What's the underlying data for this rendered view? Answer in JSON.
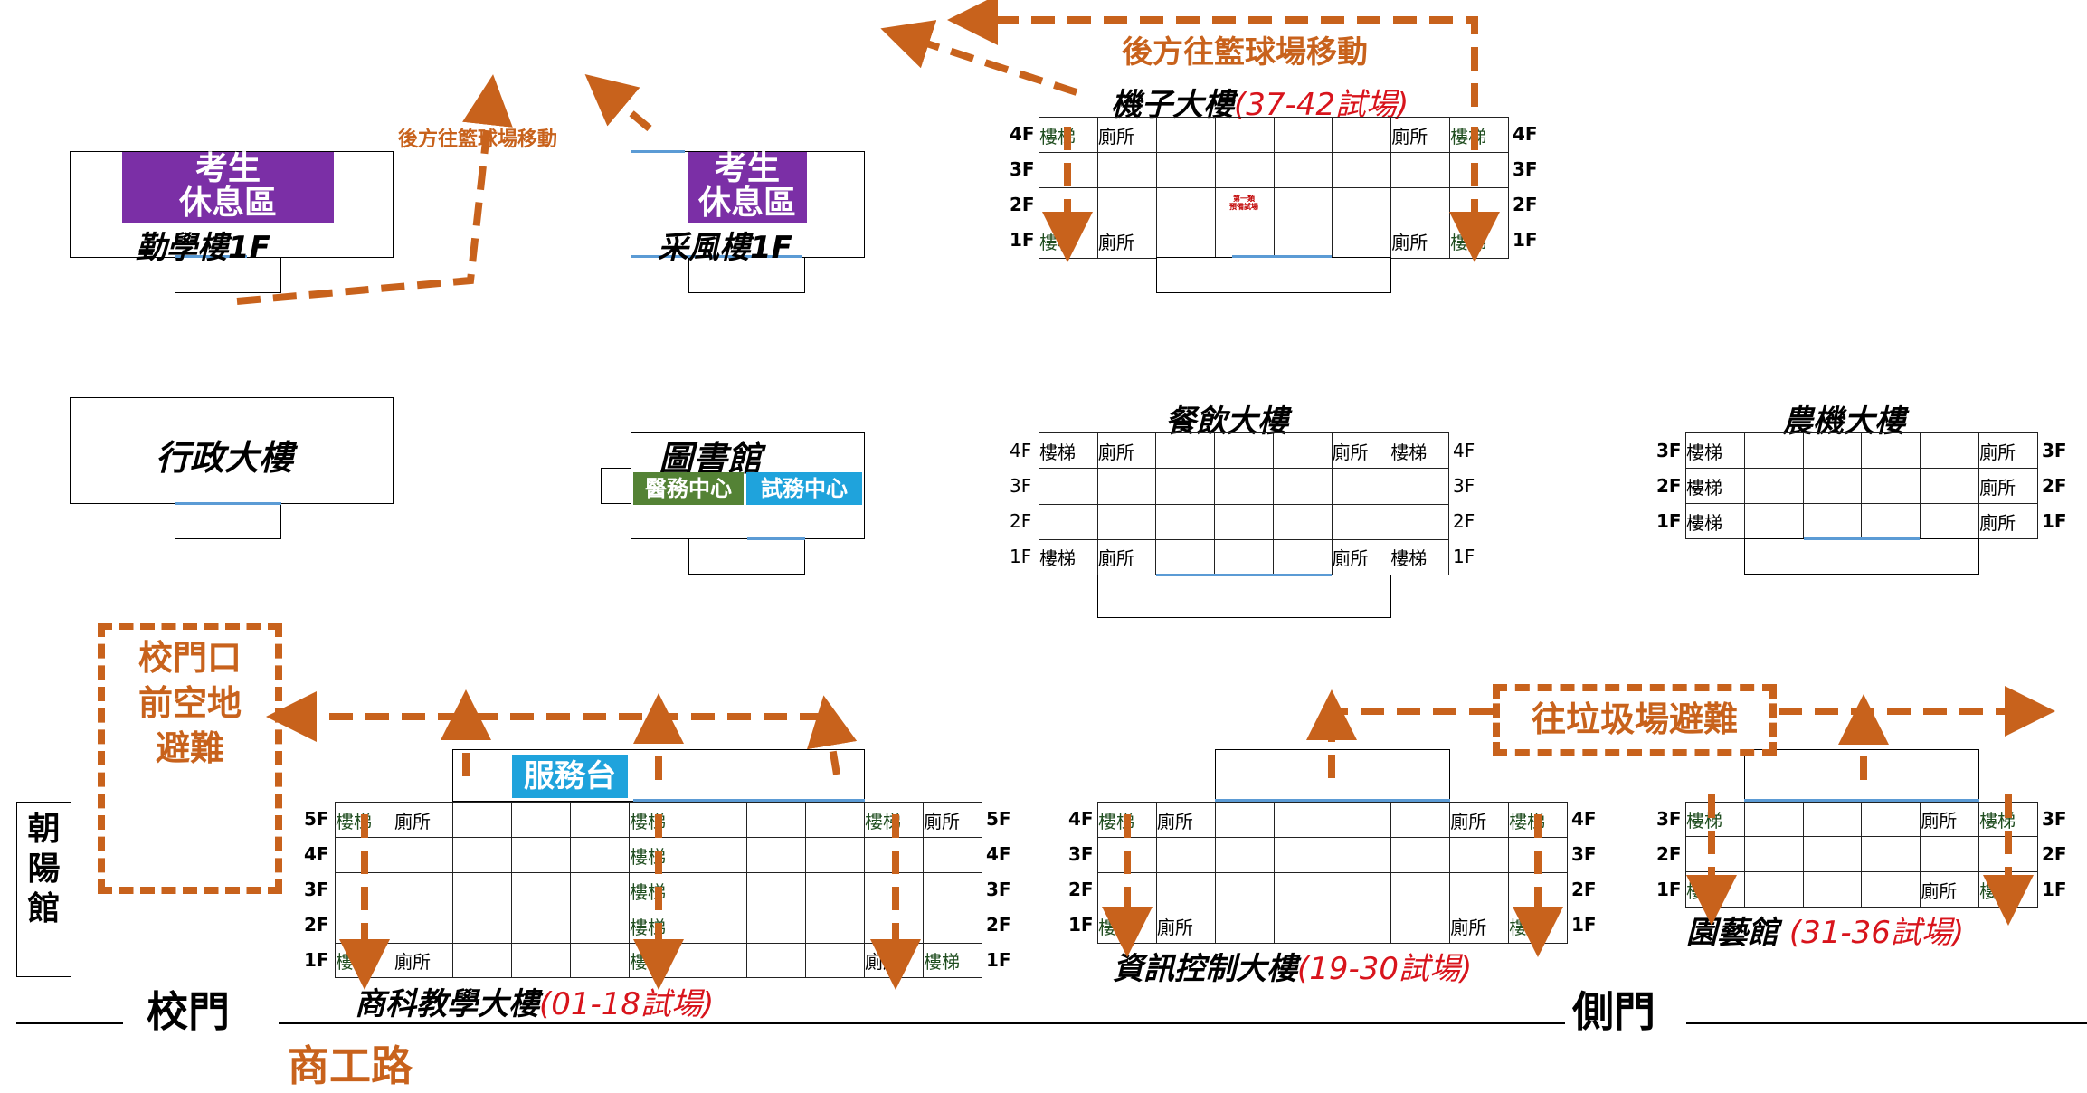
{
  "evac_labels": {
    "to_court_top": "後方往籃球場移動",
    "to_court_left": "後方往籃球場移動",
    "to_garbage": "往垃圾場避難",
    "front_gate_lines": [
      "校門口",
      "前空地",
      "避難"
    ]
  },
  "rest_area_label": [
    "考生",
    "休息區"
  ],
  "buildings": {
    "qinxue": {
      "name": "勤學樓1F"
    },
    "caifeng": {
      "name": "采風樓1F"
    },
    "admin": {
      "name": "行政大樓"
    },
    "library": {
      "name": "圖書館",
      "medical": "醫務中心",
      "exam_center": "試務中心"
    },
    "jizi": {
      "name": "機子大樓",
      "range": "(37-42試場)",
      "prep_room": [
        "第一類",
        "預備試場"
      ]
    },
    "canyin": {
      "name": "餐飲大樓"
    },
    "nongji": {
      "name": "農機大樓"
    },
    "shangke": {
      "name": "商科教學大樓",
      "range": "(01-18試場)",
      "service_desk": "服務台"
    },
    "zixun": {
      "name": "資訊控制大樓",
      "range": "(19-30試場)"
    },
    "yuanyi": {
      "name": "園藝館",
      "range": "(31-36試場)"
    },
    "chaoyang": {
      "name": [
        "朝",
        "陽",
        "館"
      ]
    }
  },
  "rooms": {
    "stair": "樓梯",
    "toilet": "廁所"
  },
  "floors": {
    "f1": "1F",
    "f2": "2F",
    "f3": "3F",
    "f4": "4F",
    "f5": "5F"
  },
  "gates": {
    "main": "校門",
    "side": "側門"
  },
  "road": "商工路",
  "colors": {
    "evac_orange": "#c8621c",
    "rest_purple": "#7b2fa6",
    "medical_green": "#548235",
    "exam_blue": "#1fa3dc",
    "range_red": "#d8141c"
  }
}
